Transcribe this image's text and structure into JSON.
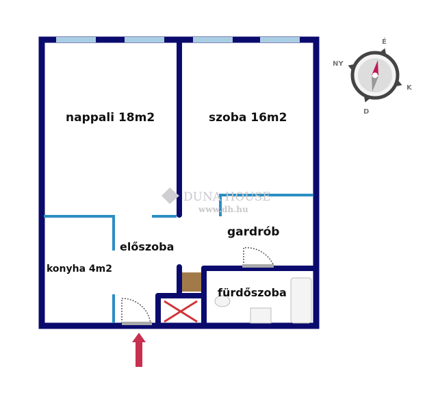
{
  "rooms": {
    "living": "nappali 18m2",
    "bedroom": "szoba 16m2",
    "wardrobe": "gardrób",
    "hall": "előszoba",
    "kitchen": "konyha 4m2",
    "bathroom": "fürdőszoba"
  },
  "watermark": {
    "brand": "DUNA HOUSE",
    "url": "www.dh.hu"
  },
  "compass": {
    "north": "É",
    "east": "K",
    "south": "D",
    "west": "NY"
  },
  "colors": {
    "wall": "#0b0b6e",
    "partition": "#2b8ec4",
    "window": "#a9cde3",
    "arrow": "#c8304f",
    "compass_needle": "#c2185b",
    "cross": "#d0343a",
    "cabinet": "#a27a4a"
  }
}
